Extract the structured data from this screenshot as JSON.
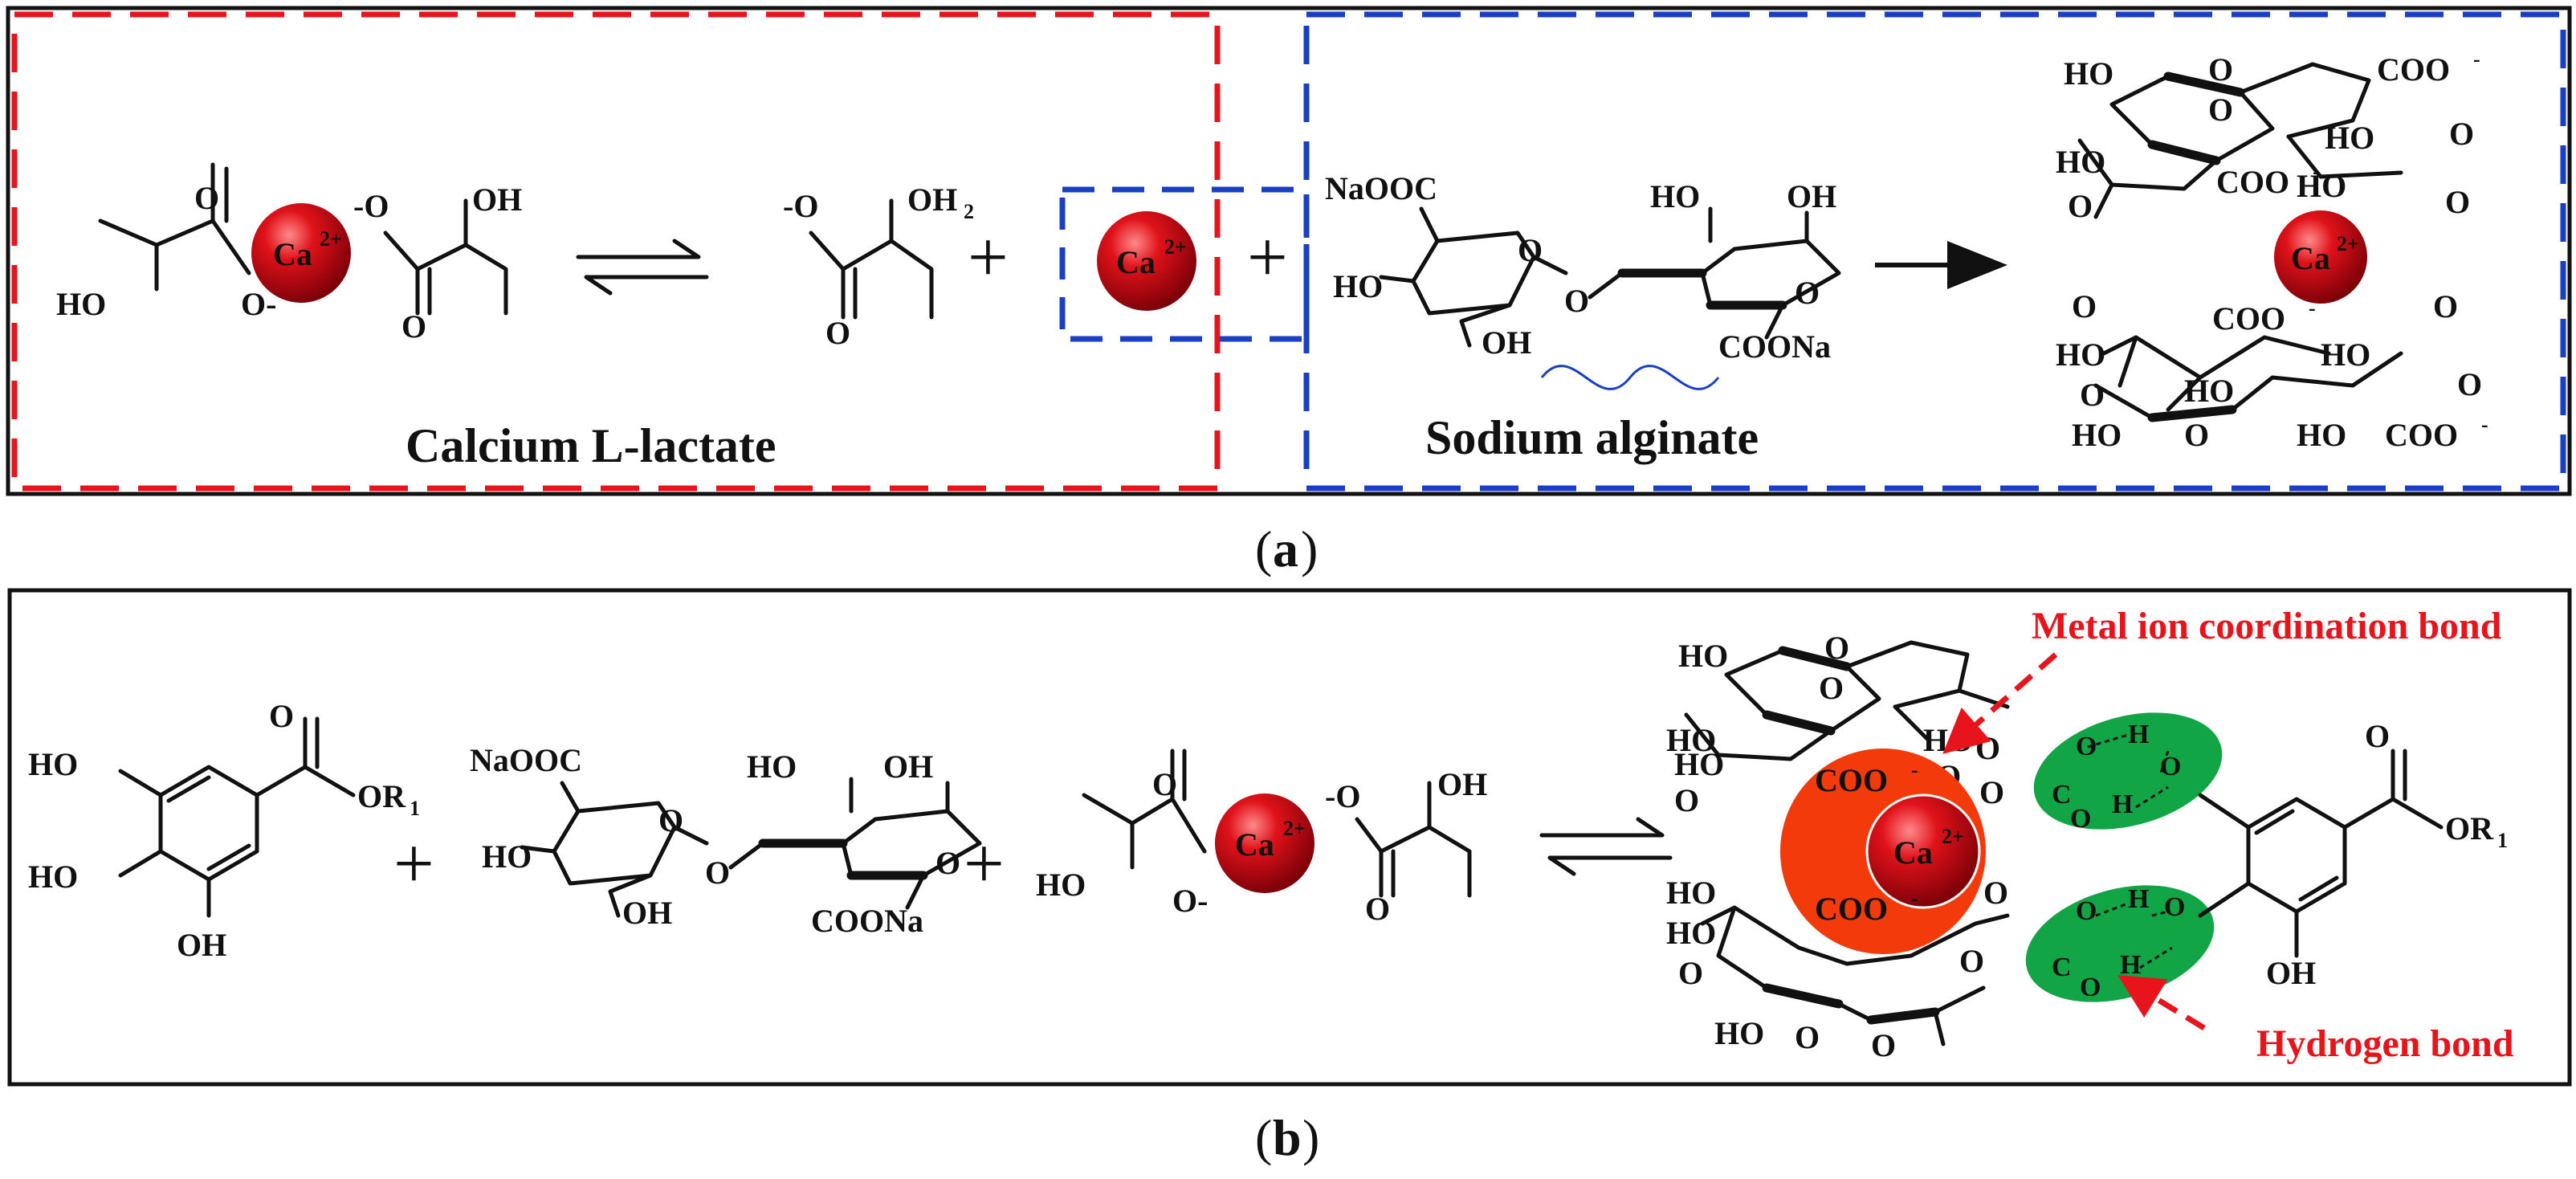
{
  "panel_a": {
    "caption_prefix": "(",
    "caption_letter": "a",
    "caption_suffix": ")",
    "label_left": "Calcium L-lactate",
    "label_right": "Sodium alginate"
  },
  "panel_b": {
    "caption_prefix": "(",
    "caption_letter": "b",
    "caption_suffix": ")",
    "annotation_top": "Metal ion coordination bond",
    "annotation_bottom": "Hydrogen bond"
  },
  "chem": {
    "ca": "Ca",
    "ca_charge": "2+",
    "ho": "HO",
    "oh": "OH",
    "o": "O",
    "o_minus": "O-",
    "minus_o": "-O",
    "oh2": "OH",
    "oh2_sub": "2",
    "naooc": "NaOOC",
    "coona": "COONa",
    "coo": "COO",
    "coo_minus": "-",
    "h": "H",
    "c": "C",
    "or": "OR",
    "or_sub": "1",
    "plus": "+"
  },
  "colors": {
    "red_frame": "#e8141c",
    "blue_frame": "#1a3fc4",
    "ion_red": "#d0121a",
    "orange_sphere": "#f23a0a",
    "green_ellipse": "#11a546"
  }
}
